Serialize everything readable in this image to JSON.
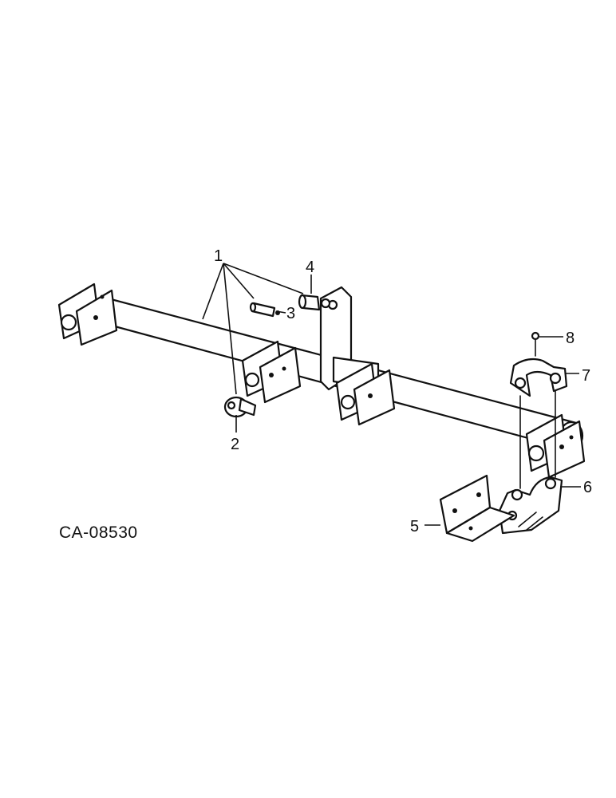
{
  "diagram_code": "CA-08530",
  "callouts": [
    {
      "id": "1",
      "label": "1"
    },
    {
      "id": "2",
      "label": "2"
    },
    {
      "id": "3",
      "label": "3"
    },
    {
      "id": "4",
      "label": "4"
    },
    {
      "id": "5",
      "label": "5"
    },
    {
      "id": "6",
      "label": "6"
    },
    {
      "id": "7",
      "label": "7"
    },
    {
      "id": "8",
      "label": "8"
    }
  ]
}
